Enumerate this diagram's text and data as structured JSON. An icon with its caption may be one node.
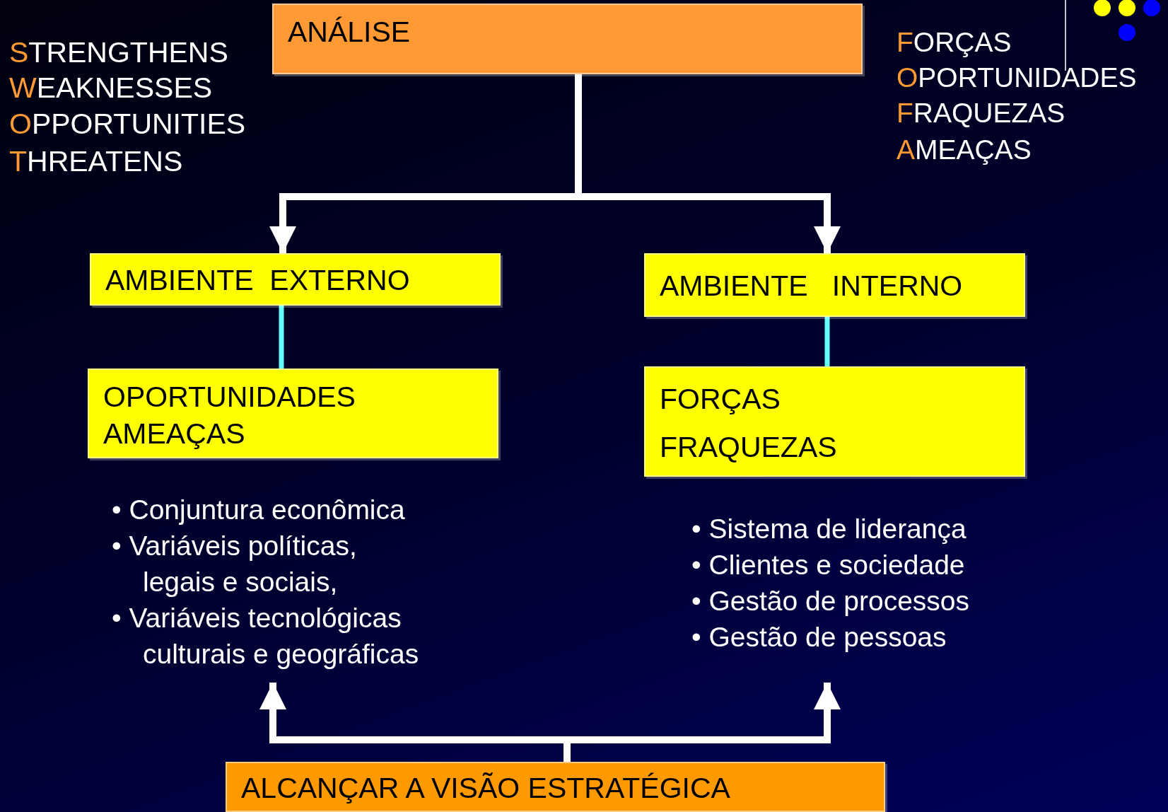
{
  "diagram": {
    "nodes": [
      {
        "text": [
          "ANÁLISE"
        ]
      },
      {
        "text": [
          "AMBIENTE  EXTERNO"
        ]
      },
      {
        "text": [
          "AMBIENTE   INTERNO"
        ]
      },
      {
        "text": [
          "OPORTUNIDADES",
          "AMEAÇAS"
        ]
      },
      {
        "text": [
          "FORÇAS",
          "FRAQUEZAS"
        ]
      },
      {
        "text": [
          "• Conjuntura econômica",
          "• Variáveis políticas, legais e sociais,",
          "• Variáveis tecnológicas culturais e geográficas"
        ]
      },
      {
        "text": [
          "• Sistema de liderança",
          "• Clientes e sociedade",
          "• Gestão de processos",
          "• Gestão de pessoas"
        ]
      },
      {
        "text": [
          "ALCANÇAR A VISÃO ESTRATÉGICA"
        ]
      }
    ],
    "edges": [
      {
        "from": 0,
        "to": 1,
        "arrow": "to"
      },
      {
        "from": 0,
        "to": 2,
        "arrow": "to"
      },
      {
        "from": 1,
        "to": 3,
        "arrow": "none",
        "color": "#66ffff"
      },
      {
        "from": 2,
        "to": 4,
        "arrow": "none",
        "color": "#66ffff"
      },
      {
        "from": 7,
        "to": 5,
        "arrow": "to"
      },
      {
        "from": 7,
        "to": 6,
        "arrow": "to"
      }
    ],
    "labels": [
      "STRENGTHENS",
      "WEAKNESSES",
      "OPPORTUNITIES",
      "THREATENS",
      "FORÇAS",
      "OPORTUNIDADES",
      "FRAQUEZAS",
      "AMEAÇAS"
    ]
  }
}
